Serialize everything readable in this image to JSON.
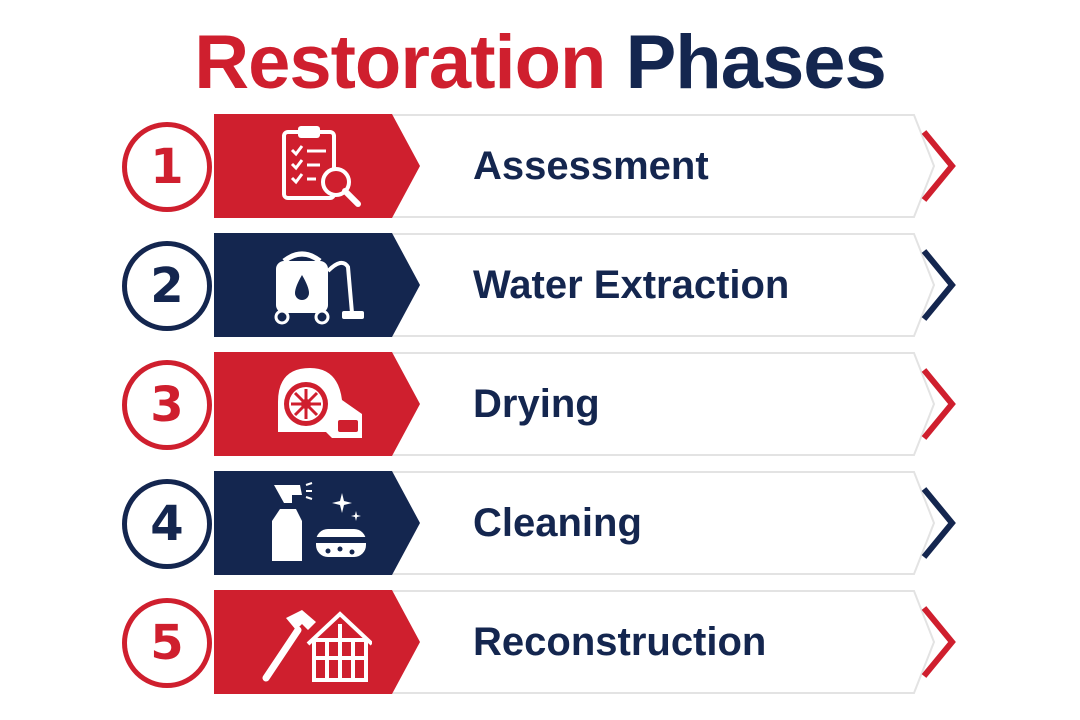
{
  "title": {
    "word1": "Restoration",
    "word2": "Phases"
  },
  "colors": {
    "red": "#cf1f2e",
    "navy": "#14264f"
  },
  "phases": [
    {
      "number": "1",
      "label": "Assessment",
      "color": "red",
      "icon": "clipboard-magnifier-icon"
    },
    {
      "number": "2",
      "label": "Water Extraction",
      "color": "navy",
      "icon": "wet-vacuum-icon"
    },
    {
      "number": "3",
      "label": "Drying",
      "color": "red",
      "icon": "air-mover-fan-icon"
    },
    {
      "number": "4",
      "label": "Cleaning",
      "color": "navy",
      "icon": "spray-bottle-sponge-icon"
    },
    {
      "number": "5",
      "label": "Reconstruction",
      "color": "red",
      "icon": "hammer-house-frame-icon"
    }
  ]
}
